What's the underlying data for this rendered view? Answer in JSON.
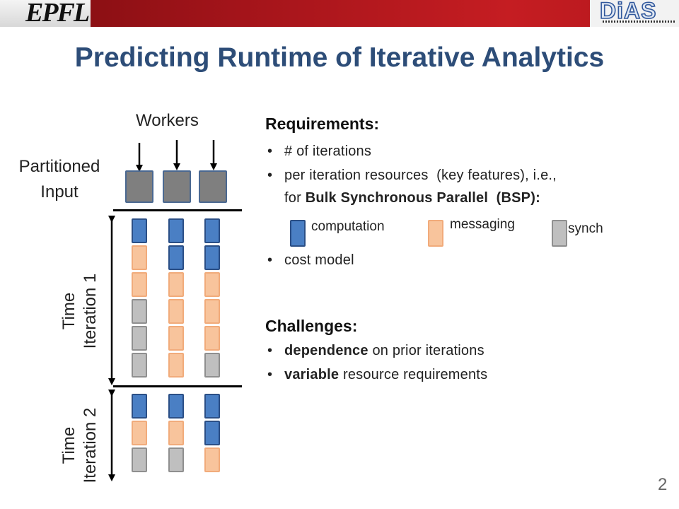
{
  "header": {
    "left_logo": "EPFL",
    "right_logo": "DiAS"
  },
  "title": "Predicting Runtime of Iterative Analytics",
  "diagram": {
    "workers_label": "Workers",
    "partitioned_label": [
      "Partitioned",
      "Input"
    ],
    "time_label": "Time",
    "iteration1_label": "Iteration 1",
    "iteration2_label": "Iteration 2",
    "columns": [
      {
        "iteration1": [
          "comp",
          "msg",
          "msg",
          "sync",
          "sync",
          "sync"
        ],
        "iteration2": [
          "comp",
          "msg",
          "sync"
        ]
      },
      {
        "iteration1": [
          "comp",
          "comp",
          "msg",
          "msg",
          "msg",
          "msg"
        ],
        "iteration2": [
          "comp",
          "msg",
          "sync"
        ]
      },
      {
        "iteration1": [
          "comp",
          "comp",
          "msg",
          "msg",
          "msg",
          "sync"
        ],
        "iteration2": [
          "comp",
          "comp",
          "msg"
        ]
      }
    ],
    "colors": {
      "computation": "#4a7fc4",
      "messaging": "#f8c49c",
      "synch": "#bfbfbf"
    }
  },
  "requirements": {
    "heading": "Requirements:",
    "bullet1": "# of iterations",
    "bullet2_line1": "per iteration resources  (key features), i.e.,",
    "bullet2_line2_prefix": "for ",
    "bullet2_line2_bold": "Bulk Synchronous Parallel  (BSP):",
    "legend": {
      "computation": "computation",
      "messaging": "messaging",
      "synch": "synch"
    },
    "bullet3": "cost model"
  },
  "challenges": {
    "heading": "Challenges:",
    "item1_bold": "dependence",
    "item1_rest": " on prior iterations",
    "item2_bold": "variable",
    "item2_rest": " resource requirements"
  },
  "page_number": "2"
}
